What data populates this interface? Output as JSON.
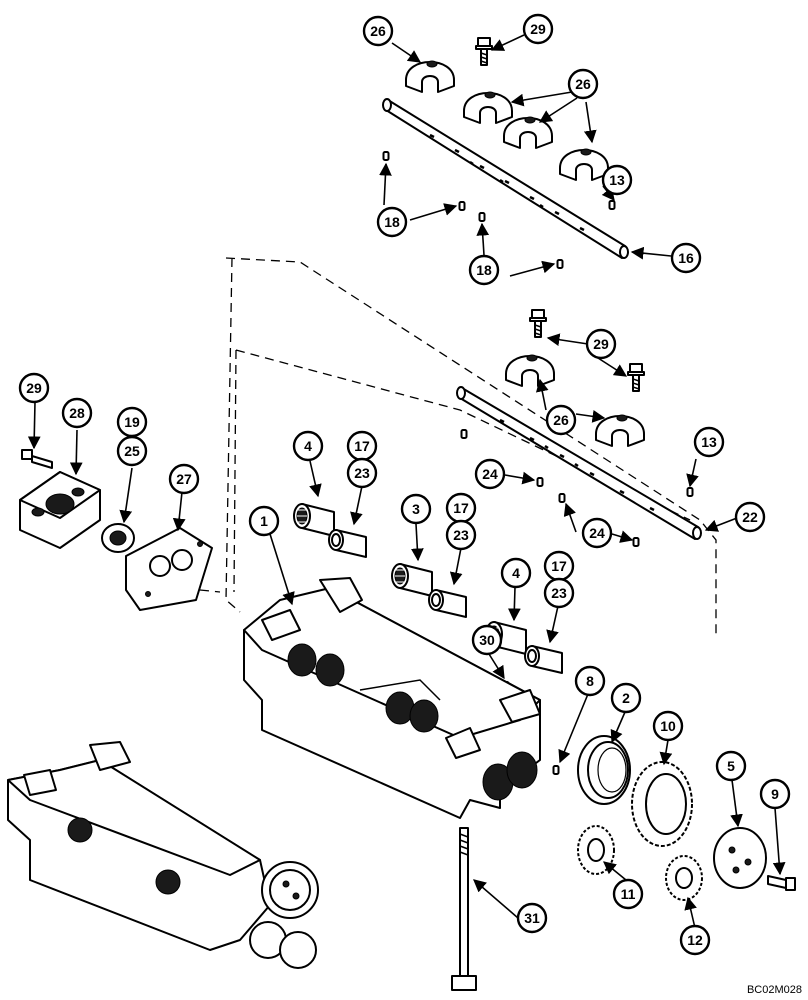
{
  "drawing_code": "BC02M028",
  "callouts": [
    {
      "id": "c26a",
      "label": "26"
    },
    {
      "id": "c29a",
      "label": "29"
    },
    {
      "id": "c26b",
      "label": "26"
    },
    {
      "id": "c13a",
      "label": "13"
    },
    {
      "id": "c18a",
      "label": "18"
    },
    {
      "id": "c16",
      "label": "16"
    },
    {
      "id": "c18b",
      "label": "18"
    },
    {
      "id": "c29b",
      "label": "29"
    },
    {
      "id": "c26c",
      "label": "26"
    },
    {
      "id": "c13b",
      "label": "13"
    },
    {
      "id": "c29c",
      "label": "29"
    },
    {
      "id": "c28",
      "label": "28"
    },
    {
      "id": "c19",
      "label": "19"
    },
    {
      "id": "c25",
      "label": "25"
    },
    {
      "id": "c4a",
      "label": "4"
    },
    {
      "id": "c17a",
      "label": "17"
    },
    {
      "id": "c23a",
      "label": "23"
    },
    {
      "id": "c24a",
      "label": "24"
    },
    {
      "id": "c27",
      "label": "27"
    },
    {
      "id": "c1",
      "label": "1"
    },
    {
      "id": "c3",
      "label": "3"
    },
    {
      "id": "c17b",
      "label": "17"
    },
    {
      "id": "c23b",
      "label": "23"
    },
    {
      "id": "c24b",
      "label": "24"
    },
    {
      "id": "c22",
      "label": "22"
    },
    {
      "id": "c4b",
      "label": "4"
    },
    {
      "id": "c17c",
      "label": "17"
    },
    {
      "id": "c23c",
      "label": "23"
    },
    {
      "id": "c30",
      "label": "30"
    },
    {
      "id": "c8",
      "label": "8"
    },
    {
      "id": "c2",
      "label": "2"
    },
    {
      "id": "c10",
      "label": "10"
    },
    {
      "id": "c5",
      "label": "5"
    },
    {
      "id": "c9",
      "label": "9"
    },
    {
      "id": "c11",
      "label": "11"
    },
    {
      "id": "c31",
      "label": "31"
    },
    {
      "id": "c12",
      "label": "12"
    }
  ]
}
